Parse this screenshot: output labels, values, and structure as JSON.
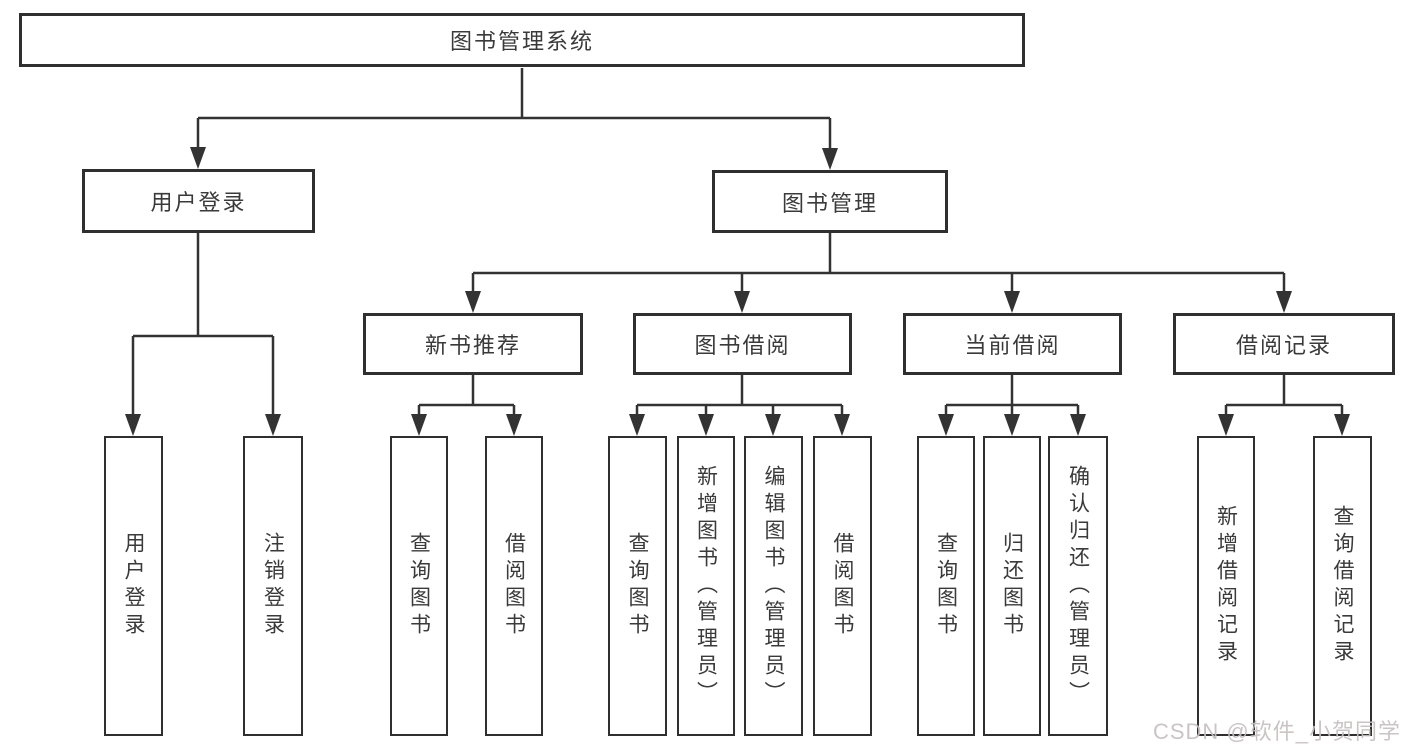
{
  "diagram_title": "图书管理系统",
  "tree": {
    "label": "图书管理系统",
    "children": [
      {
        "label": "用户登录",
        "children": [
          {
            "label": "用户登录"
          },
          {
            "label": "注销登录"
          }
        ]
      },
      {
        "label": "图书管理",
        "children": [
          {
            "label": "新书推荐",
            "children": [
              {
                "label": "查询图书"
              },
              {
                "label": "借阅图书"
              }
            ]
          },
          {
            "label": "图书借阅",
            "children": [
              {
                "label": "查询图书"
              },
              {
                "label": "新增图书（管理员）"
              },
              {
                "label": "编辑图书（管理员）"
              },
              {
                "label": "借阅图书"
              }
            ]
          },
          {
            "label": "当前借阅",
            "children": [
              {
                "label": "查询图书"
              },
              {
                "label": "归还图书"
              },
              {
                "label": "确认归还（管理员）"
              }
            ]
          },
          {
            "label": "借阅记录",
            "children": [
              {
                "label": "新增借阅记录"
              },
              {
                "label": "查询借阅记录"
              }
            ]
          }
        ]
      }
    ]
  },
  "watermark": {
    "text": "CSDN @软件_小贺同学"
  },
  "colors": {
    "background": "#ffffff",
    "box_border": "#2f2f2f",
    "connector_line": "#333333",
    "text": "#3a3a3a",
    "watermark_text": "#c6bfc0"
  }
}
